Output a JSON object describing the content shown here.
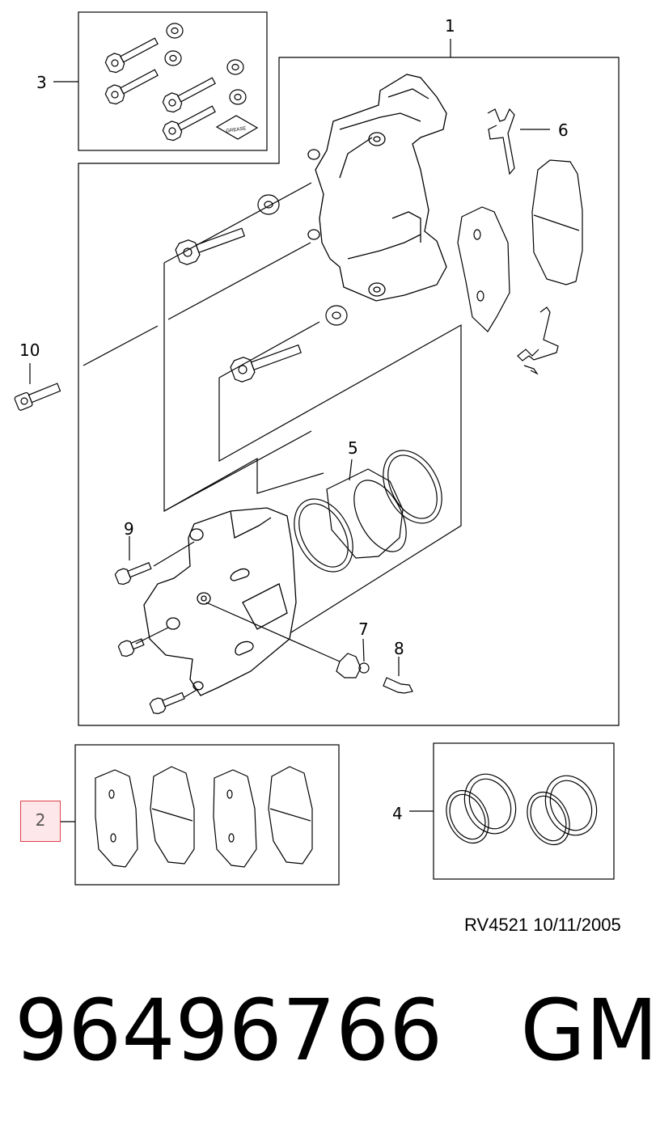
{
  "callouts": {
    "c1": "1",
    "c2": "2",
    "c3": "3",
    "c4": "4",
    "c5": "5",
    "c6": "6",
    "c7": "7",
    "c8": "8",
    "c9": "9",
    "c10": "10"
  },
  "grease_label": "GREASE",
  "reference": "RV4521  10/11/2005",
  "part_number": "96496766",
  "brand": "GM",
  "highlight_color": "#e0404a"
}
